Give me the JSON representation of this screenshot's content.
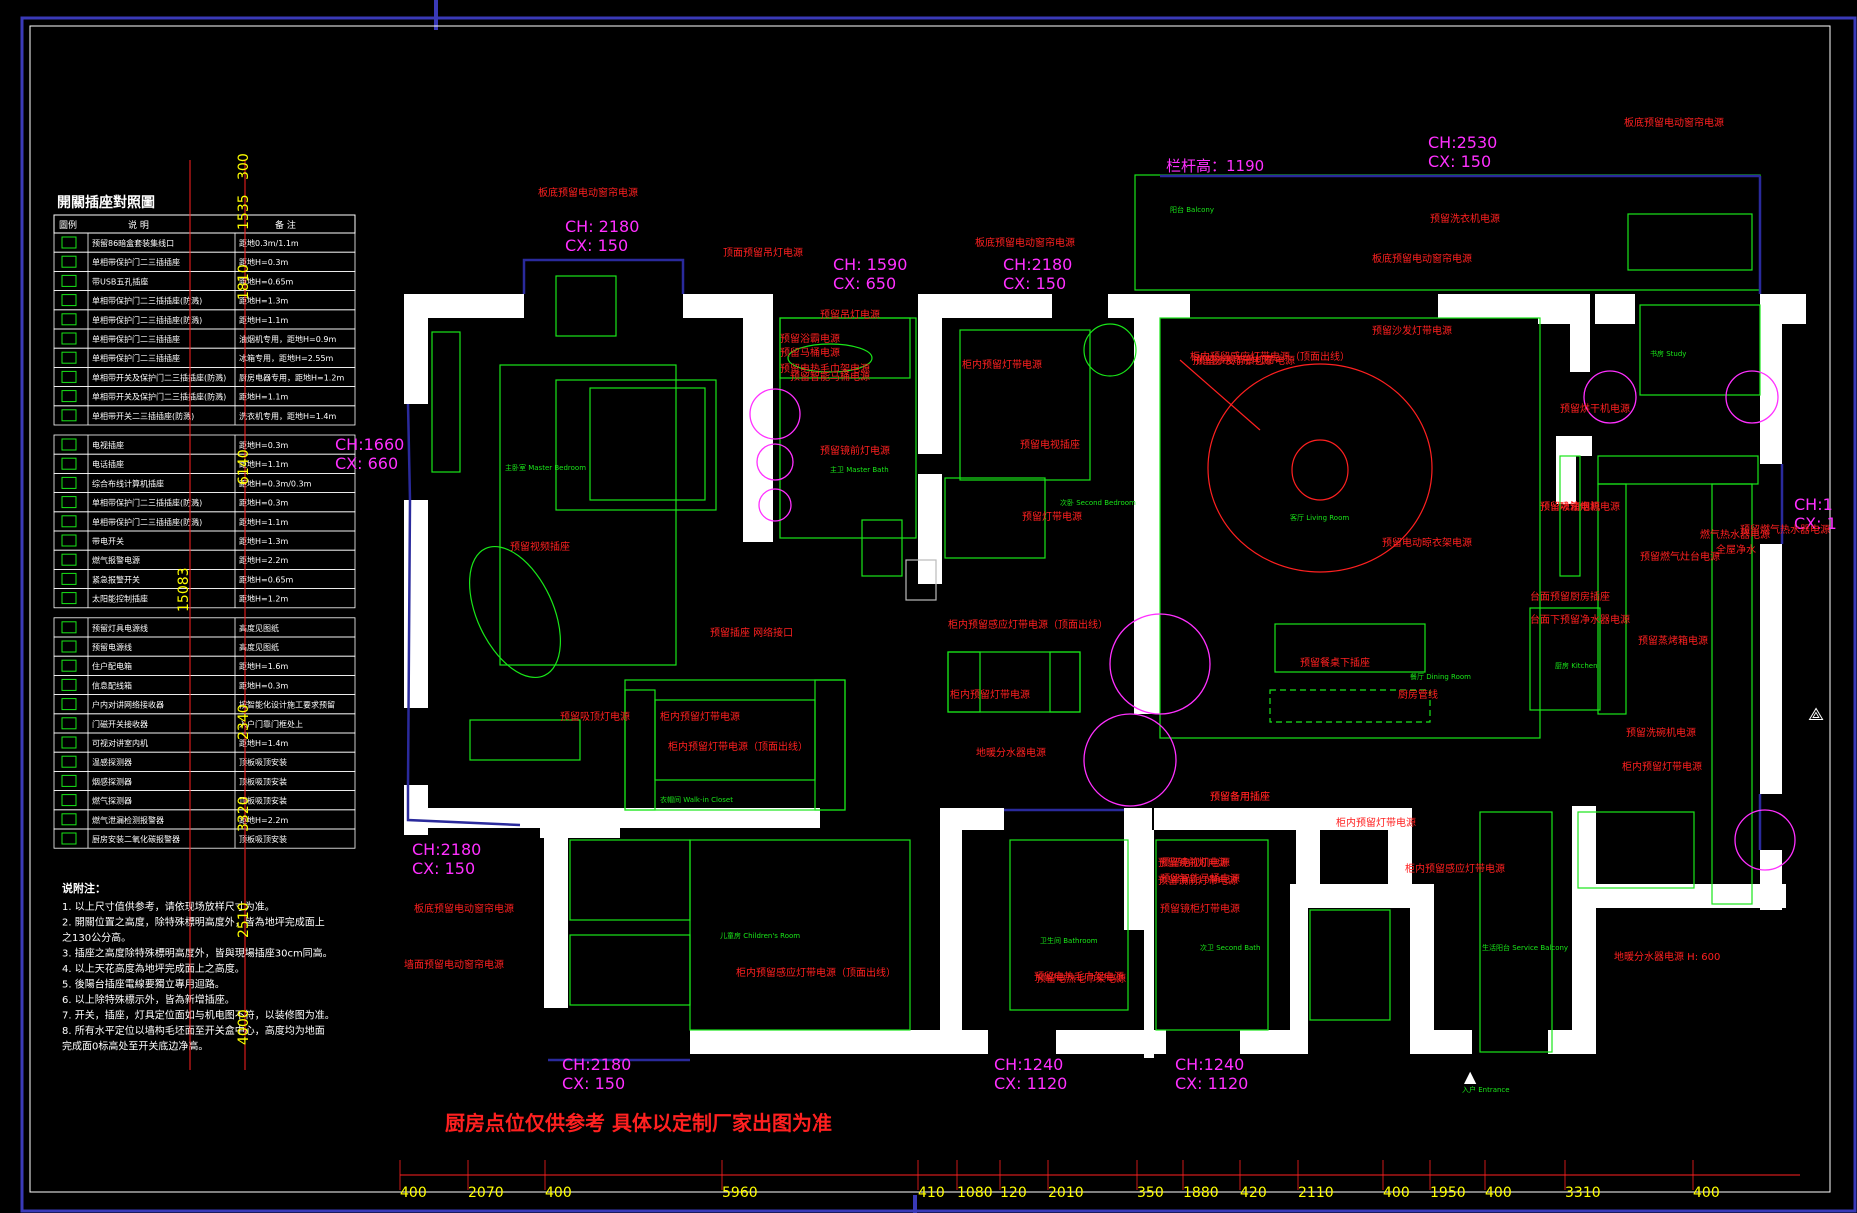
{
  "colors": {
    "background": "#000000",
    "wall": "#ffffff",
    "green": "#19e619",
    "red": "#ff2020",
    "magenta": "#ff30ff",
    "cyan": "#20e0e0",
    "yellow": "#e8e800",
    "blue": "#2a2a9c",
    "frame_blue": "#3a3ab8"
  },
  "legend": {
    "title": "開關插座對照圖",
    "col_symbol": "圖例",
    "col_desc": "说   明",
    "col_note": "备   注",
    "rows": [
      {
        "desc": "预留86暗盒套装集线口",
        "note": "距地0.3m/1.1m"
      },
      {
        "desc": "单相带保护门二三插插座",
        "note": "距地H=0.3m"
      },
      {
        "desc": "带USB五孔插座",
        "note": "距地H=0.65m"
      },
      {
        "desc": "单相带保护门二三插插座(防溅)",
        "note": "距地H=1.3m"
      },
      {
        "desc": "单相带保护门二三插插座(防溅)",
        "note": "距地H=1.1m"
      },
      {
        "desc": "单相带保护门二三插插座",
        "note": "油烟机专用，距地H=0.9m"
      },
      {
        "desc": "单相带保护门二三插插座",
        "note": "冰箱专用，距地H=2.55m"
      },
      {
        "desc": "单相带开关及保护门二三插插座(防溅)",
        "note": "厨房电器专用，距地H=1.2m"
      },
      {
        "desc": "单相带开关及保护门二三插插座(防溅)",
        "note": "距地H=1.1m"
      },
      {
        "desc": "单相带开关二三插插座(防溅)",
        "note": "洗衣机专用，距地H=1.4m"
      },
      {
        "desc": "电视插座",
        "note": "距地H=0.3m"
      },
      {
        "desc": "电话插座",
        "note": "距地H=1.1m"
      },
      {
        "desc": "综合布线计算机插座",
        "note": "距地H=0.3m/0.3m"
      },
      {
        "desc": "单相带保护门二三插插座(防溅)",
        "note": "距地H=0.3m"
      },
      {
        "desc": "单相带保护门二三插插座(防溅)",
        "note": "距地H=1.1m"
      },
      {
        "desc": "带电开关",
        "note": "距地H=1.3m"
      },
      {
        "desc": "燃气报警电源",
        "note": "距地H=2.2m"
      },
      {
        "desc": "紧急报警开关",
        "note": "距地H=0.65m"
      },
      {
        "desc": "太阳能控制插座",
        "note": "距地H=1.2m"
      },
      {
        "desc": "预留灯具电源线",
        "note": "高度见图纸"
      },
      {
        "desc": "预留电源线",
        "note": "高度见图纸"
      },
      {
        "desc": "住户配电箱",
        "note": "距地H=1.6m"
      },
      {
        "desc": "信息配线箱",
        "note": "距地H=0.3m"
      },
      {
        "desc": "户内对讲网络接收器",
        "note": "按智能化设计施工要求预留"
      },
      {
        "desc": "门磁开关接收器",
        "note": "入户门靠门框处上"
      },
      {
        "desc": "可视对讲室内机",
        "note": "距地H=1.4m"
      },
      {
        "desc": "温感探测器",
        "note": "顶板吸顶安装"
      },
      {
        "desc": "烟感探测器",
        "note": "顶板吸顶安装"
      },
      {
        "desc": "燃气探测器",
        "note": "顶板吸顶安装"
      },
      {
        "desc": "燃气泄漏检测报警器",
        "note": "距地H=2.2m"
      },
      {
        "desc": "厨房安装二氧化碳报警器",
        "note": "顶板吸顶安装"
      }
    ]
  },
  "notes": {
    "title": "说附注：",
    "lines": [
      "1. 以上尺寸值供参考，请依现场放样尺寸为准。",
      "2. 開關位置之高度，除特殊標明高度外，皆為地坪完成面上",
      "   之130公分高。",
      "3. 插座之高度除特殊標明高度外，皆與現場插座30cm同高。",
      "4. 以上天花高度為地坪完成面上之高度。",
      "5. 後陽台插座電線要獨立專用迴路。",
      "6. 以上除特殊標示外，皆為新增插座。",
      "7. 开关，插座，灯具定位面如与机电图不符，以装修图为准。",
      "8. 所有水平定位以墙构毛坯面至开关盒中心，高度均为地面",
      "   完成面0标高处至开关底边净高。"
    ]
  },
  "left_dimensions": [
    "300",
    "1535",
    "1810",
    "6140",
    "15083",
    "2340",
    "3320",
    "2510",
    "4000"
  ],
  "bottom_dimensions": [
    "400",
    "2070",
    "400",
    "5960",
    "410",
    "1080",
    "120",
    "2010",
    "350",
    "1880",
    "420",
    "2110",
    "400",
    "1950",
    "400",
    "3310",
    "400"
  ],
  "ceiling_tags": [
    {
      "ch": "CH: 2180",
      "cx": "CX: 150"
    },
    {
      "ch": "CH: 1590",
      "cx": "CX: 650"
    },
    {
      "ch": "CH:2180",
      "cx": "CX: 150"
    },
    {
      "ch": "CH:2530",
      "cx": "CX: 150"
    },
    {
      "ch": "CH:1660",
      "cx": "CX: 660"
    },
    {
      "ch": "CH:2180",
      "cx": "CX: 150"
    },
    {
      "ch": "CH:2180",
      "cx": "CX: 150"
    },
    {
      "ch": "CH:1240",
      "cx": "CX: 1120"
    },
    {
      "ch": "CH:1240",
      "cx": "CX: 1120"
    },
    {
      "ch": "CH:1",
      "cx": "CX: 1"
    }
  ],
  "railing_label": "栏杆高：1190",
  "footer_note": "厨房点位仅供参考   具体以定制厂家出图为准",
  "red_labels": [
    "板底预留电动窗帘电源",
    "顶面预留吊灯电源",
    "板底预留电动窗帘电源",
    "板底预留电动窗帘电源",
    "板底预留电动窗帘电源",
    "预留浴霸电源",
    "预留马桶电源",
    "预留电热毛巾架电源",
    "预留智能马桶电源",
    "预留镜前灯电源",
    "预留沙发灯带电源",
    "预留吊灯电源",
    "柜内预留灯带电源",
    "预留电视插座",
    "预留视频插座",
    "预留插座 网络接口",
    "柜内预留感应灯带电源（顶面出线）",
    "柜内预留感应灯带电源（顶面出线）",
    "预留窗帘灯带电源",
    "预留沙发背景灯带电源",
    "预留吸顶灯电源",
    "预留灯带电源",
    "预留餐桌下插座",
    "预留备用插座",
    "柜内预留灯带电源",
    "柜内预留感应灯带电源",
    "预留智能马桶电源",
    "预留电热毛巾架电源",
    "预留镜前灯电源",
    "预留镜前灯带电源",
    "预留镜柜灯带电源",
    "预留备用插座",
    "柜内预留灯带电源",
    "柜内预留灯带电源（顶面出线）",
    "预留电视机电源",
    "柜内预留感应灯带电源（顶面出线）",
    "预留电热毛巾架电源",
    "板底预留电动窗帘电源",
    "墙面预留电动窗帘电源",
    "柜内预留灯带电源",
    "预留洗衣机电源",
    "预留烘干机电源",
    "预留燃气热水器电源",
    "预留冰箱电源",
    "预留吸油烟机电源",
    "预留燃气灶台电源",
    "台面下预留净水器电源",
    "台面预留厨房插座",
    "预留蒸烤箱电源",
    "预留洗碗机电源",
    "柜内预留灯带电源",
    "燃气热水器电源",
    "全屋净水",
    "地暖分水器电源",
    "地暖分水器电源 H: 600",
    "厨房管线",
    "预留电动晾衣架电源"
  ],
  "room_names": [
    "主卧室 Master Bedroom",
    "主卫 Master Bath",
    "衣帽间 Walk-in Closet",
    "次卧 Second Bedroom",
    "客厅 Living Room",
    "餐厅 Dining Room",
    "厨房 Kitchen",
    "书房 Study",
    "儿童房 Children's Room",
    "卫生间 Bathroom",
    "次卫 Second Bath",
    "阳台 Balcony",
    "生活阳台 Service Balcony",
    "入户 Entrance"
  ]
}
